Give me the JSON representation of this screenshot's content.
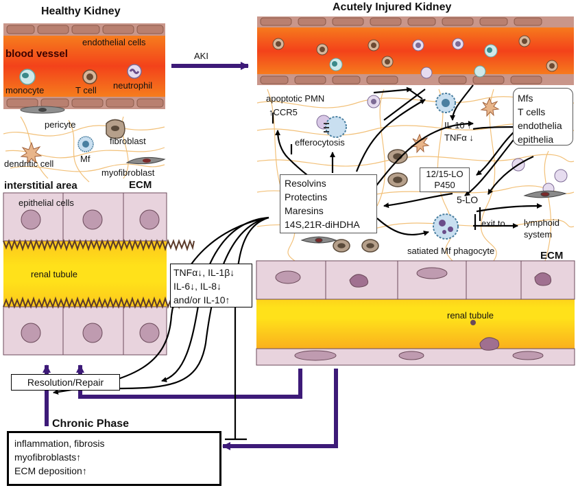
{
  "healthy": {
    "title": "Healthy Kidney",
    "vessel_label": "blood vessel",
    "endothelial_cells": "endothelial cells",
    "monocyte": "monocyte",
    "t_cell": "T cell",
    "neutrophil": "neutrophil",
    "pericyte": "pericyte",
    "fibroblast": "fibroblast",
    "dendritic_cell": "dendritic cell",
    "mf": "Mf",
    "myofibroblast": "myofibroblast",
    "interstitial_area": "interstitial area",
    "ecm": "ECM",
    "epithelial_cells": "epithelial cells",
    "renal_tubule": "renal tubule"
  },
  "aki_arrow_label": "AKI",
  "injured": {
    "title": "Acutely Injured Kidney",
    "apoptotic_pmn": "apoptotic PMN",
    "ccr5": "CCR5",
    "efferocytosis": "efferocytosis",
    "il10": "IL-10",
    "tnfa": "TNFα",
    "producers": [
      "Mfs",
      "T cells",
      "endothelia",
      "epithelia"
    ],
    "enzymes": [
      "12/15-LO",
      "P450"
    ],
    "five_lo": "5-LO",
    "mediators": [
      "Resolvins",
      "Protectins",
      "Maresins",
      "14S,21R-diHDHA"
    ],
    "exit_to": "exit to",
    "lymphoid_system": "lymphoid system",
    "satiated": "satiated Mf phagocyte",
    "ecm": "ECM",
    "renal_tubule": "renal tubule"
  },
  "cytokine_box": [
    "TNFα↓, IL-1β↓",
    "IL-6↓, IL-8↓",
    "and/or IL-10↑"
  ],
  "resolution_repair": "Resolution/Repair",
  "chronic": {
    "title": "Chronic Phase",
    "lines": [
      "inflammation, fibrosis",
      "myofibroblasts↑",
      "ECM deposition↑"
    ]
  },
  "colors": {
    "arrow_purple": "#3d1a78",
    "vessel_red": "#f3421a",
    "vessel_orange": "#f7951f",
    "tubule_yellow": "#ffe11a",
    "epithelium": "#e8d3dd",
    "membrane": "#c9968a",
    "fiber": "#f2c078"
  }
}
